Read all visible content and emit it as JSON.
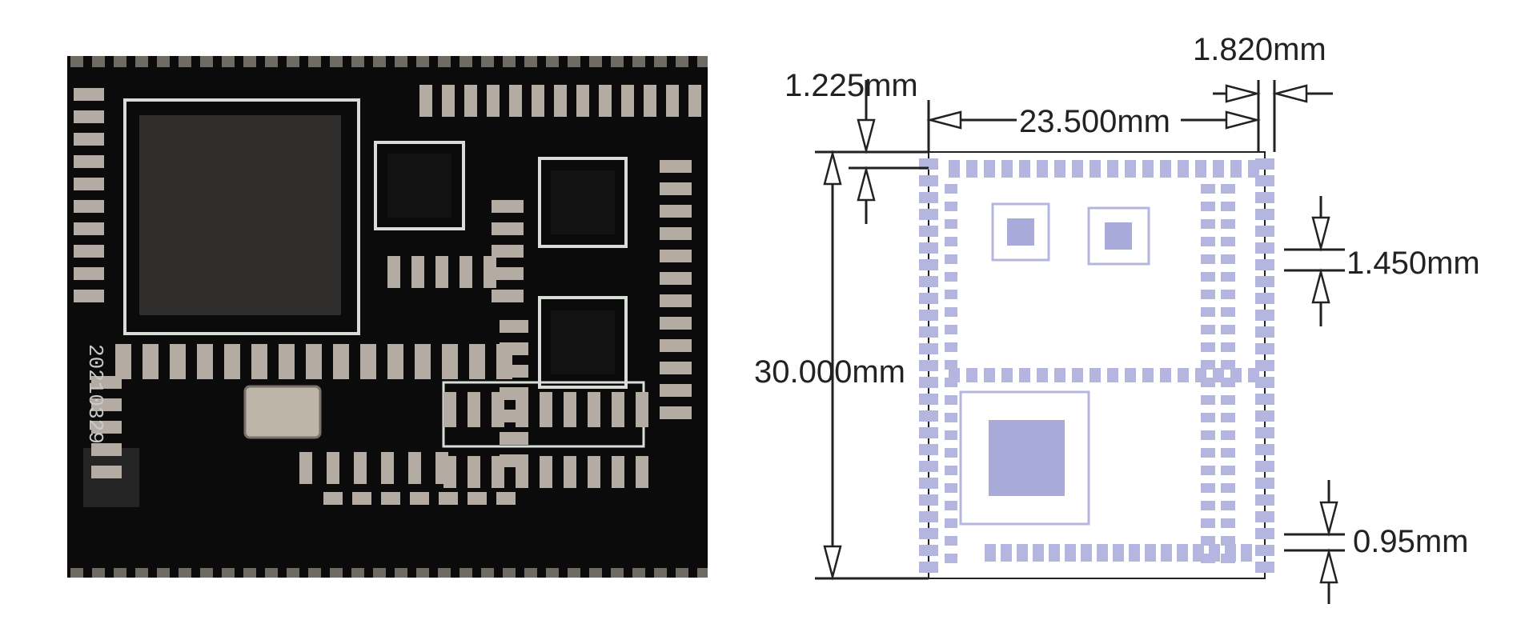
{
  "photo": {
    "board_date_code": "20210329"
  },
  "drawing": {
    "dim_top_margin": "1.225mm",
    "dim_width": "23.500mm",
    "dim_edge_pad": "1.820mm",
    "dim_height": "30.000mm",
    "dim_pad_pitch": "1.450mm",
    "dim_pad_width": "0.95mm"
  },
  "colors": {
    "pcb_board": "#0b0b0b",
    "pcb_trace": "#d8ddd8",
    "pcb_pad": "#b4aca2",
    "pcb_chip": "#2e2d2b",
    "footprint_pad": "#b4b6e0",
    "dimension_line": "#222222"
  }
}
